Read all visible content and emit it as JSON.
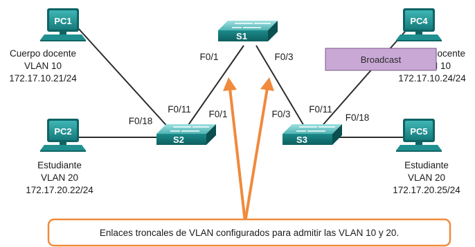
{
  "devices": {
    "pc1": "PC1",
    "pc2": "PC2",
    "pc4": "PC4",
    "pc5": "PC5",
    "s1": "S1",
    "s2": "S2",
    "s3": "S3"
  },
  "hosts": {
    "pc1": {
      "role": "Cuerpo docente",
      "vlan": "VLAN 10",
      "ip": "172.17.10.21/24"
    },
    "pc2": {
      "role": "Estudiante",
      "vlan": "VLAN 20",
      "ip": "172.17.20.22/24"
    },
    "pc4": {
      "role": "Cuerpo docente",
      "vlan": "VLAN 10",
      "ip": "172.17.10.24/24"
    },
    "pc5": {
      "role": "Estudiante",
      "vlan": "VLAN 20",
      "ip": "172.17.20.25/24"
    }
  },
  "ports": {
    "s1_left": "F0/1",
    "s1_right": "F0/3",
    "s2_pc": "F0/18",
    "s2_up": "F0/11",
    "s2_s1": "F0/1",
    "s3_s1": "F0/3",
    "s3_up": "F0/11",
    "s3_pc": "F0/18"
  },
  "broadcast_label": "Broadcast",
  "callout_text": "Enlaces troncales de VLAN configurados para admitir las VLAN 10 y 20.",
  "colors": {
    "device": "#1f8f8f",
    "device_light": "#8fd3d3",
    "device_dark": "#0f6363",
    "link": "#2b2b2b",
    "arrow": "#f08a3c",
    "broadcast_fill": "#c9a8d6",
    "broadcast_border": "#7a5a8a"
  }
}
